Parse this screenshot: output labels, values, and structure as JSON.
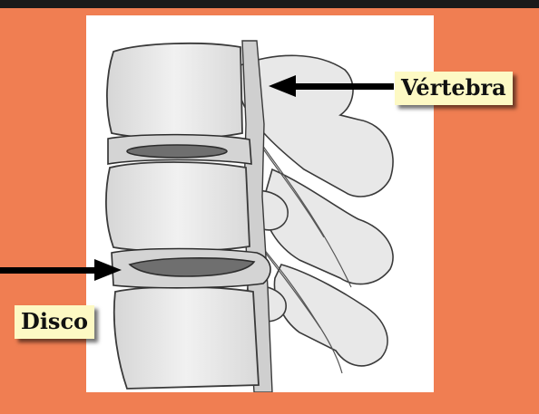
{
  "slide": {
    "background_color": "#f07e52",
    "top_rule_color": "#1a1a1a"
  },
  "figure": {
    "subject": "lumbar-spine-illustration",
    "labels": {
      "vertebra": "Vértebra",
      "disc": "Disco"
    }
  },
  "colors": {
    "label_background": "#fdf9c4",
    "arrow": "#000000",
    "bone_fill": "#e9e9e9",
    "outline": "#3a3a3a"
  }
}
